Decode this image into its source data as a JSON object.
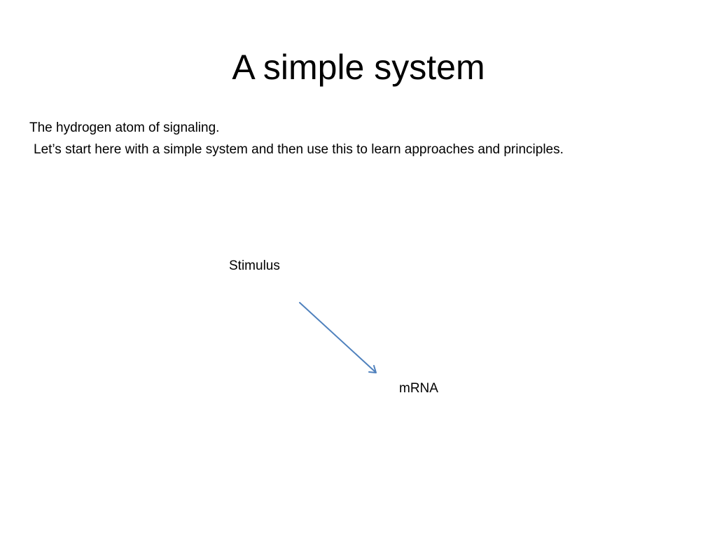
{
  "slide": {
    "title": "A simple system",
    "body_lines": [
      "The hydrogen atom of signaling.",
      "Let’s start here with a simple system and then use this to learn approaches and principles."
    ]
  },
  "diagram": {
    "nodes": [
      {
        "id": "stimulus",
        "label": "Stimulus"
      },
      {
        "id": "mrna",
        "label": "mRNA"
      }
    ],
    "edges": [
      {
        "from": "stimulus",
        "to": "mrna",
        "color": "#4f81bd"
      }
    ]
  }
}
